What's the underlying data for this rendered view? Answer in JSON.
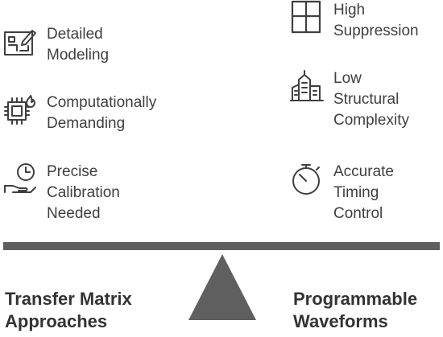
{
  "left": {
    "title_lines": [
      "Transfer Matrix",
      "Approaches"
    ],
    "items": [
      {
        "icon": "blueprint-icon",
        "lines": [
          "Detailed",
          "Modeling"
        ]
      },
      {
        "icon": "cpu-flame-icon",
        "lines": [
          "Computationally",
          "Demanding"
        ]
      },
      {
        "icon": "hand-clock-icon",
        "lines": [
          "Precise",
          "Calibration",
          "Needed"
        ]
      }
    ]
  },
  "right": {
    "title_lines": [
      "Programmable",
      "Waveforms"
    ],
    "items": [
      {
        "icon": "window-grid-icon",
        "lines": [
          "High",
          "Suppression"
        ]
      },
      {
        "icon": "buildings-icon",
        "lines": [
          "Low",
          "Structural",
          "Complexity"
        ]
      },
      {
        "icon": "stopwatch-icon",
        "lines": [
          "Accurate",
          "Timing",
          "Control"
        ]
      }
    ]
  },
  "colors": {
    "beam": "#5f5f5f",
    "text": "#3f3f3f",
    "heading": "#333333"
  }
}
